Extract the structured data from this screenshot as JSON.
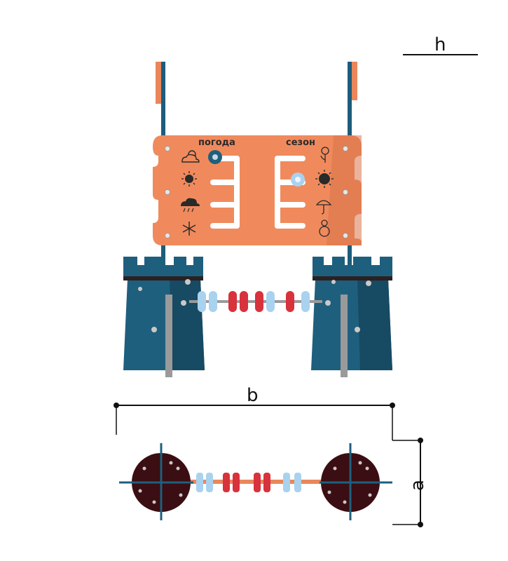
{
  "labels": {
    "weather": "погода",
    "season": "сезон",
    "dim_h": "h",
    "dim_b": "b",
    "dim_a": "a"
  },
  "colors": {
    "panel": "#f08a5d",
    "tower": "#1f5f7e",
    "tower_dark": "#174a63",
    "pole": "#1d5c7b",
    "bead_red": "#d8323c",
    "bead_blue": "#a9d2ef",
    "base_disc": "#3a0e12",
    "dimension_line": "#111111"
  },
  "icons": {
    "weather_column": [
      "cloud-sun-icon",
      "sun-icon",
      "rain-cloud-icon",
      "snowflake-icon"
    ],
    "season_column": [
      "flower-icon",
      "sun-icon",
      "umbrella-icon",
      "snowman-icon"
    ]
  }
}
